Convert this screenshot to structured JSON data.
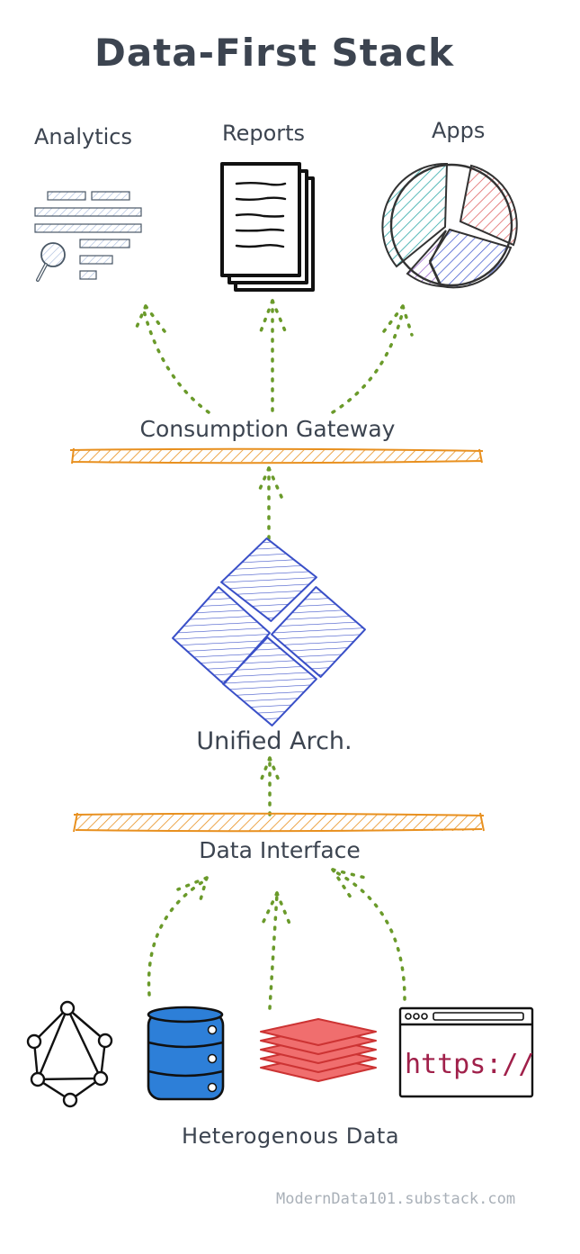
{
  "title": "Data-First Stack",
  "consumers": {
    "analytics": "Analytics",
    "reports": "Reports",
    "apps": "Apps"
  },
  "layers": {
    "gateway": "Consumption Gateway",
    "unified": "Unified Arch.",
    "interface": "Data Interface",
    "sources": "Heterogenous Data"
  },
  "source_icons": [
    "graph-icon",
    "database-icon",
    "layers-icon",
    "browser-icon"
  ],
  "browser_url_text": "https://",
  "credit": "ModernData101.substack.com",
  "colors": {
    "text": "#3c4450",
    "arrow": "#6a9a2a",
    "bar": "#e8901f",
    "blue": "#3a50c8",
    "analytics_hatch": "#b4c6e4",
    "pie_teal": "#2fa8a8",
    "pie_red": "#e06666",
    "pie_blue": "#4a60d0",
    "pie_purple": "#9a66cc",
    "db_blue": "#2d7fd8",
    "layers_red": "#f06e6e",
    "url_crimson": "#a0204a",
    "credit": "#a9b0b8"
  }
}
